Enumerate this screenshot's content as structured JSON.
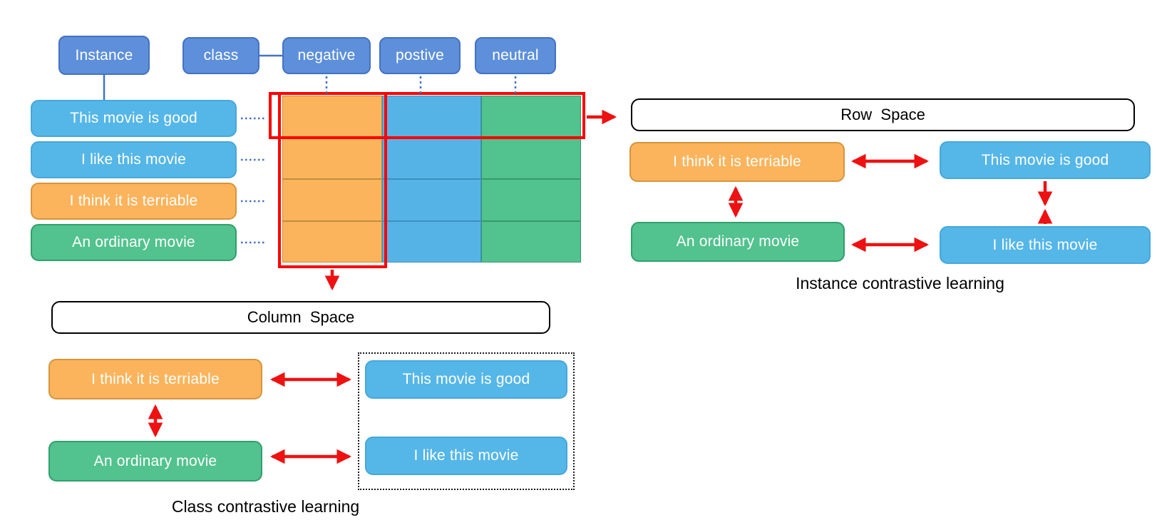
{
  "header": {
    "instance_label": "Instance",
    "class_label": "class",
    "classes": [
      "negative",
      "postive",
      "neutral"
    ]
  },
  "instances": [
    {
      "label": "This movie is good",
      "class": "postive",
      "color": "blue"
    },
    {
      "label": "I like this movie",
      "class": "postive",
      "color": "blue"
    },
    {
      "label": "I think it is terriable",
      "class": "negative",
      "color": "orange"
    },
    {
      "label": "An ordinary movie",
      "class": "neutral",
      "color": "green"
    }
  ],
  "matrix": {
    "rows": 4,
    "cols": 3,
    "column_colors": [
      "orange",
      "blue",
      "green"
    ],
    "highlighted_row": 1,
    "highlighted_column": 1
  },
  "instance_cl": {
    "title": "Row  Space",
    "anchors": [
      "I think it is terriable",
      "An ordinary movie"
    ],
    "positives": [
      "This movie is good",
      "I like this movie"
    ],
    "caption": "Instance contrastive learning"
  },
  "class_cl": {
    "title": "Column  Space",
    "anchors": [
      "I think it is terriable",
      "An ordinary movie"
    ],
    "positives": [
      "This movie is good",
      "I like this movie"
    ],
    "caption": "Class contrastive learning"
  },
  "colors": {
    "header_blue": "#5d8fda",
    "header_blue_border": "#4472c4",
    "instance_blue": "#55b6e8",
    "orange": "#fbb45c",
    "green": "#52c28e",
    "highlight_red": "#ff0000",
    "connector_blue": "#4472c4",
    "space_box_border": "#000000"
  }
}
